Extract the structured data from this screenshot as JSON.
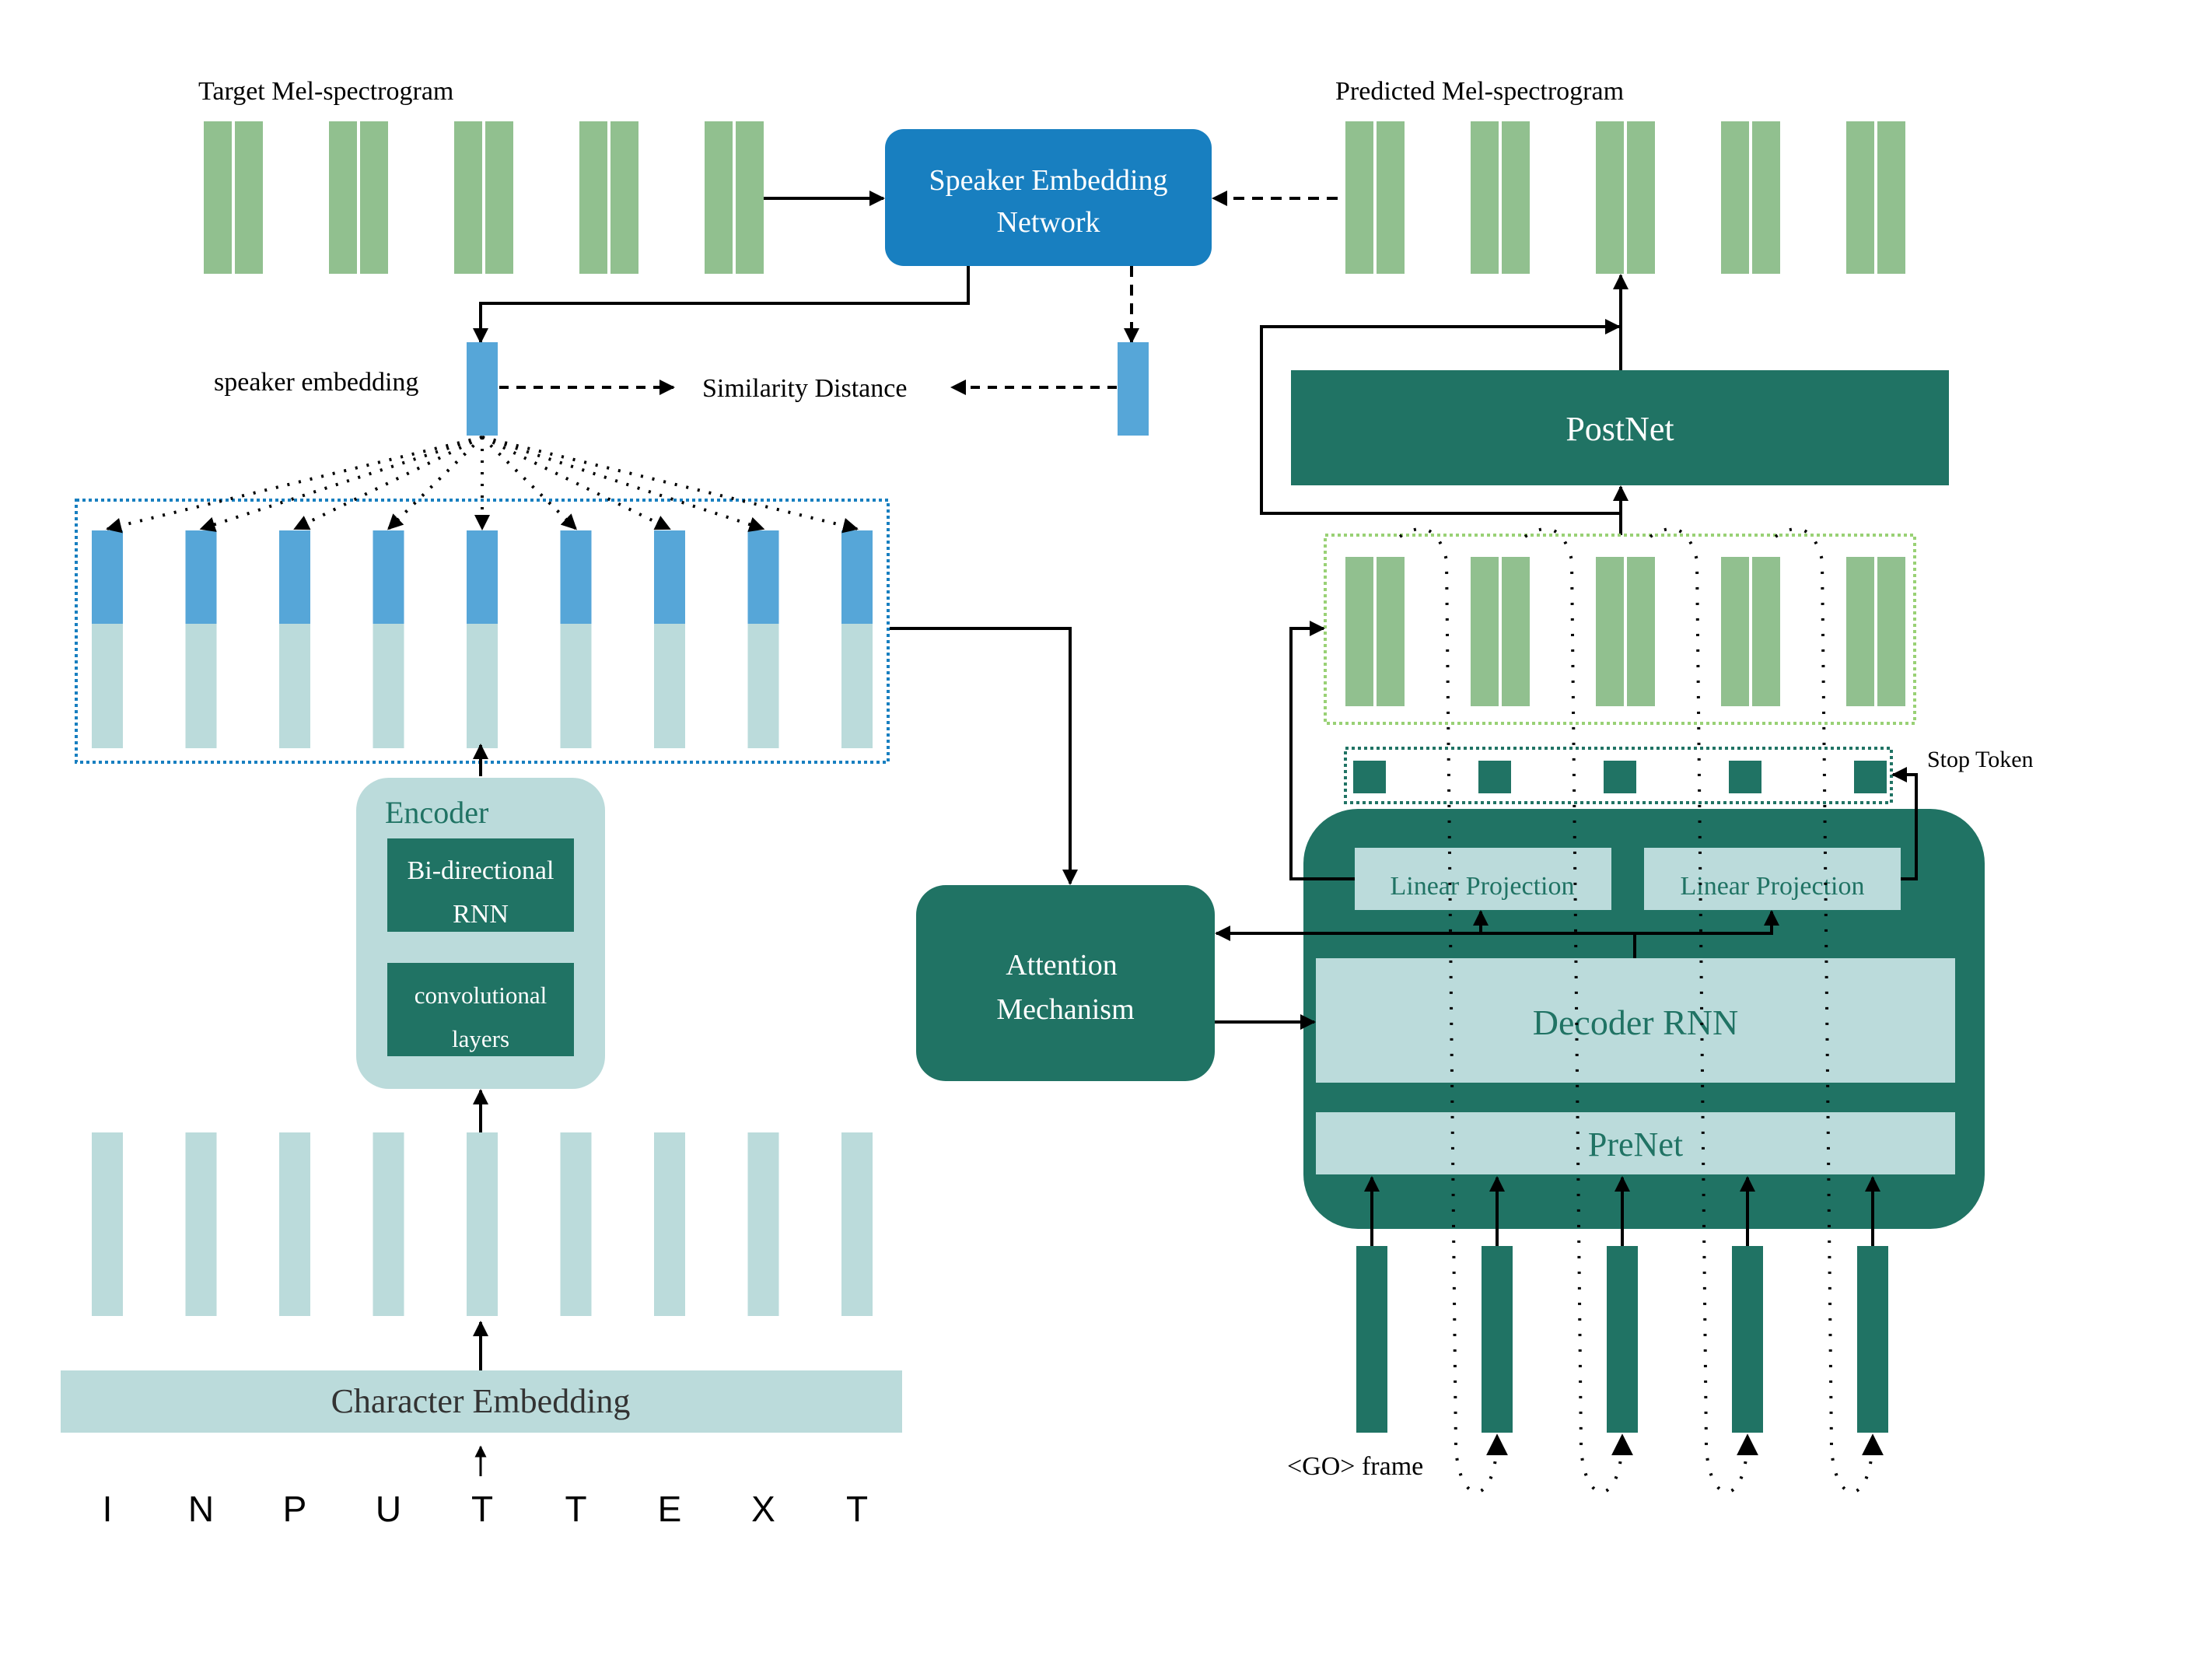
{
  "colors": {
    "mel_green": "#91c08f",
    "speaker_blue": "#187fc0",
    "embed_blue": "#56a6d8",
    "light_teal": "#bbdbdb",
    "dark_teal": "#207364",
    "dotted_blue": "#187fc0",
    "dotted_green": "#99d175",
    "arrow": "#000000"
  },
  "labels": {
    "target_mel": "Target Mel-spectrogram",
    "predicted_mel": "Predicted Mel-spectrogram",
    "speaker_network_line1": "Speaker Embedding",
    "speaker_network_line2": "Network",
    "speaker_embedding": "speaker embedding",
    "similarity_distance": "Similarity Distance",
    "postnet": "PostNet",
    "stop_token": "Stop Token",
    "encoder": "Encoder",
    "birnn_line1": "Bi-directional",
    "birnn_line2": "RNN",
    "conv_line1": "convolutional",
    "conv_line2": "layers",
    "attention_line1": "Attention",
    "attention_line2": "Mechanism",
    "linear_projection_1": "Linear Projection",
    "linear_projection_2": "Linear Projection",
    "decoder_rnn": "Decoder RNN",
    "prenet": "PreNet",
    "go_frame": "<GO> frame",
    "character_embedding": "Character Embedding"
  },
  "input_text": [
    "I",
    "N",
    "P",
    "U",
    "T",
    "T",
    "E",
    "X",
    "T"
  ],
  "counts": {
    "target_mel_frames": 5,
    "predicted_mel_frames": 5,
    "decoder_output_frames": 5,
    "stop_tokens": 5,
    "decoder_inputs": 5,
    "encoder_outputs": 9,
    "char_embeddings": 9
  }
}
